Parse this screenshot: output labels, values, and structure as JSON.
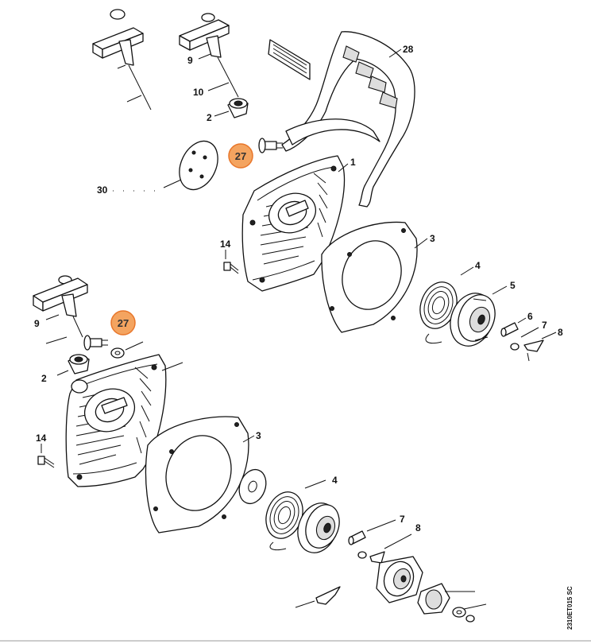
{
  "diagram": {
    "doc_code": "2310ET015 SC",
    "highlight_color": "#f4a460",
    "highlight_stroke": "#e8762a",
    "labels": [
      {
        "id": "a9",
        "text": "9"
      },
      {
        "id": "a10",
        "text": "10"
      },
      {
        "id": "a2",
        "text": "2"
      },
      {
        "id": "a28",
        "text": "28"
      },
      {
        "id": "a1",
        "text": "1"
      },
      {
        "id": "a30",
        "text": "30"
      },
      {
        "id": "a14",
        "text": "14"
      },
      {
        "id": "a3",
        "text": "3"
      },
      {
        "id": "a4",
        "text": "4"
      },
      {
        "id": "a5",
        "text": "5"
      },
      {
        "id": "a6",
        "text": "6"
      },
      {
        "id": "a7",
        "text": "7"
      },
      {
        "id": "a8",
        "text": "8"
      },
      {
        "id": "b9",
        "text": "9"
      },
      {
        "id": "b2",
        "text": "2"
      },
      {
        "id": "b14",
        "text": "14"
      },
      {
        "id": "b3",
        "text": "3"
      },
      {
        "id": "b4",
        "text": "4"
      },
      {
        "id": "b7",
        "text": "7"
      },
      {
        "id": "b8",
        "text": "8"
      }
    ],
    "callouts": [
      {
        "id": "c1",
        "text": "27"
      },
      {
        "id": "c2",
        "text": "27"
      }
    ]
  }
}
